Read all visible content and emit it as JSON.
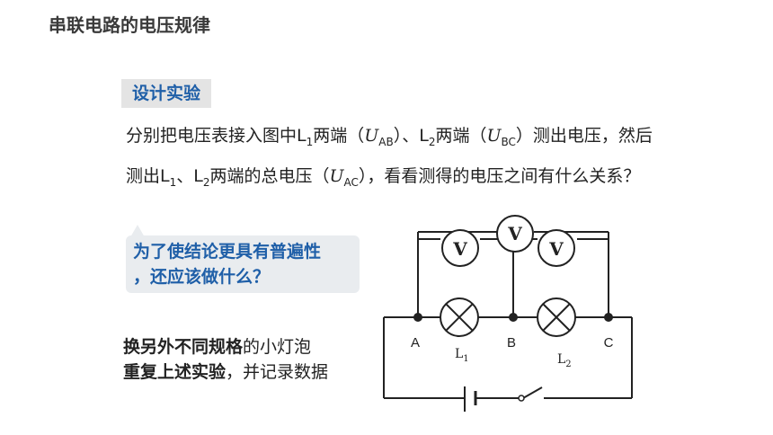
{
  "title": "串联电路的电压规律",
  "design_label": "设计实验",
  "para": {
    "t1": "分别把电压表接入图中L",
    "sub1": "1",
    "t2": "两端（",
    "u1": "U",
    "sub_ab": "AB",
    "t3": "）、L",
    "sub2": "2",
    "t4": "两端（",
    "u2": "U",
    "sub_bc": "BC",
    "t5": "）测出电压，然后测出L",
    "sub3": "1",
    "t6": "、L",
    "sub4": "2",
    "t7": "两端的总电压（",
    "u3": "U",
    "sub_ac": "AC",
    "t8": "），看看测得的电压之间有什么关系？"
  },
  "question": {
    "line1": "为了使结论更具有普遍性",
    "line2": "，还应该做什么？"
  },
  "method": {
    "bold1": "换另外不同规格",
    "normal1": "的小灯泡",
    "bold2": "重复上述实验",
    "normal2": "，并记录数据"
  },
  "circuit": {
    "meter_symbol": "V",
    "point_a": "A",
    "point_b": "B",
    "point_c": "C",
    "lamp1_letter": "L",
    "lamp1_sub": "1",
    "lamp2_letter": "L",
    "lamp2_sub": "2"
  }
}
